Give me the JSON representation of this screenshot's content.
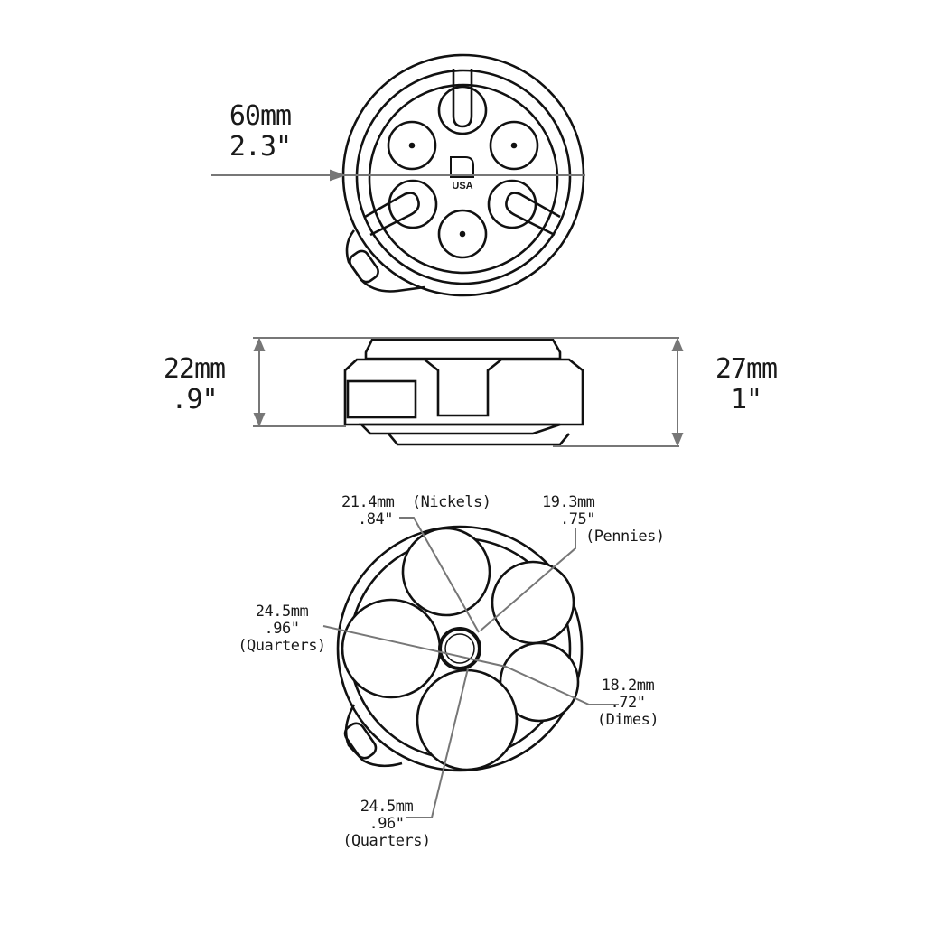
{
  "colors": {
    "line": "#111111",
    "dimension": "#777777",
    "background": "#ffffff"
  },
  "top_view": {
    "brand_mark": "D",
    "brand_text": "USA",
    "width_dimension": {
      "metric": "60mm",
      "imperial": "2.3\""
    }
  },
  "side_view": {
    "body_height": {
      "metric": "22mm",
      "imperial": ".9\""
    },
    "total_height": {
      "metric": "27mm",
      "imperial": "1\""
    }
  },
  "bottom_view": {
    "slots": [
      {
        "coin": "(Nickels)",
        "metric": "21.4mm",
        "imperial": ".84\""
      },
      {
        "coin": "(Pennies)",
        "metric": "19.3mm",
        "imperial": ".75\""
      },
      {
        "coin": "(Quarters)",
        "metric": "24.5mm",
        "imperial": ".96\""
      },
      {
        "coin": "(Dimes)",
        "metric": "18.2mm",
        "imperial": ".72\""
      },
      {
        "coin": "(Quarters)",
        "metric": "24.5mm",
        "imperial": ".96\""
      }
    ]
  }
}
